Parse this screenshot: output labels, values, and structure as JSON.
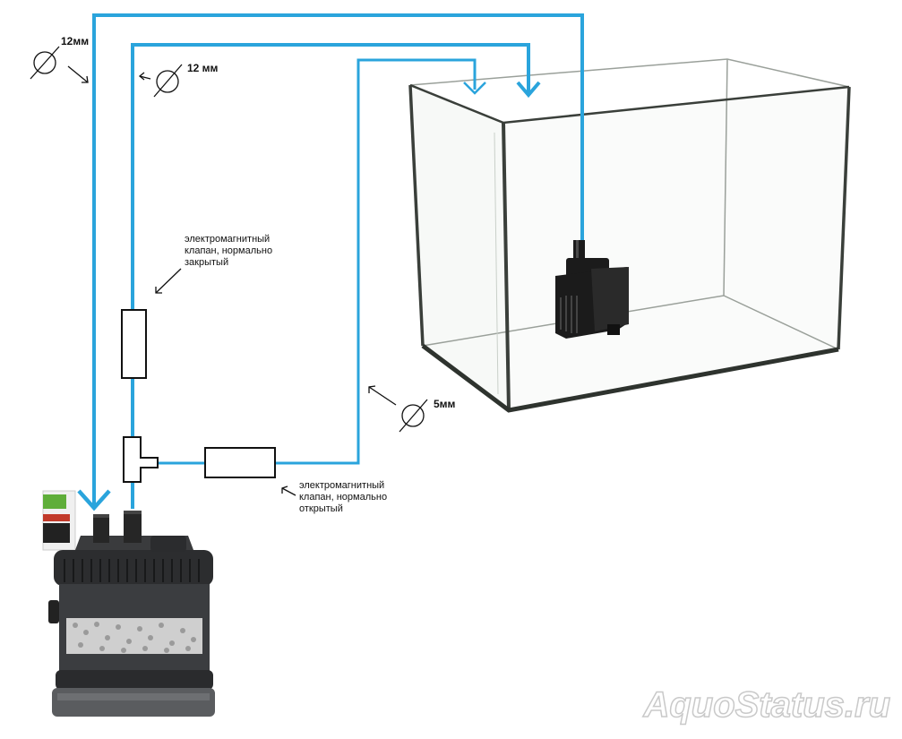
{
  "colors": {
    "pipe": "#2aa4dc",
    "outline": "#111111",
    "glass": "#3a3f3a",
    "filter_body": "#2c2d2f",
    "media": "#cfcfcf",
    "pump": "#1b1b1b"
  },
  "labels": {
    "dim_left": "12мм",
    "dim_inner": "12 мм",
    "dim_small": "5мм",
    "valve_closed": [
      "электромагнитный",
      "клапан, нормально",
      "закрытый"
    ],
    "valve_open": [
      "электромагнитный",
      "клапан, нормально",
      "открытый"
    ]
  },
  "watermark": "AquoStatus.ru",
  "icons": [
    "diameter-symbol-icon",
    "arrow-down-icon",
    "arrow-pointer-icon"
  ]
}
